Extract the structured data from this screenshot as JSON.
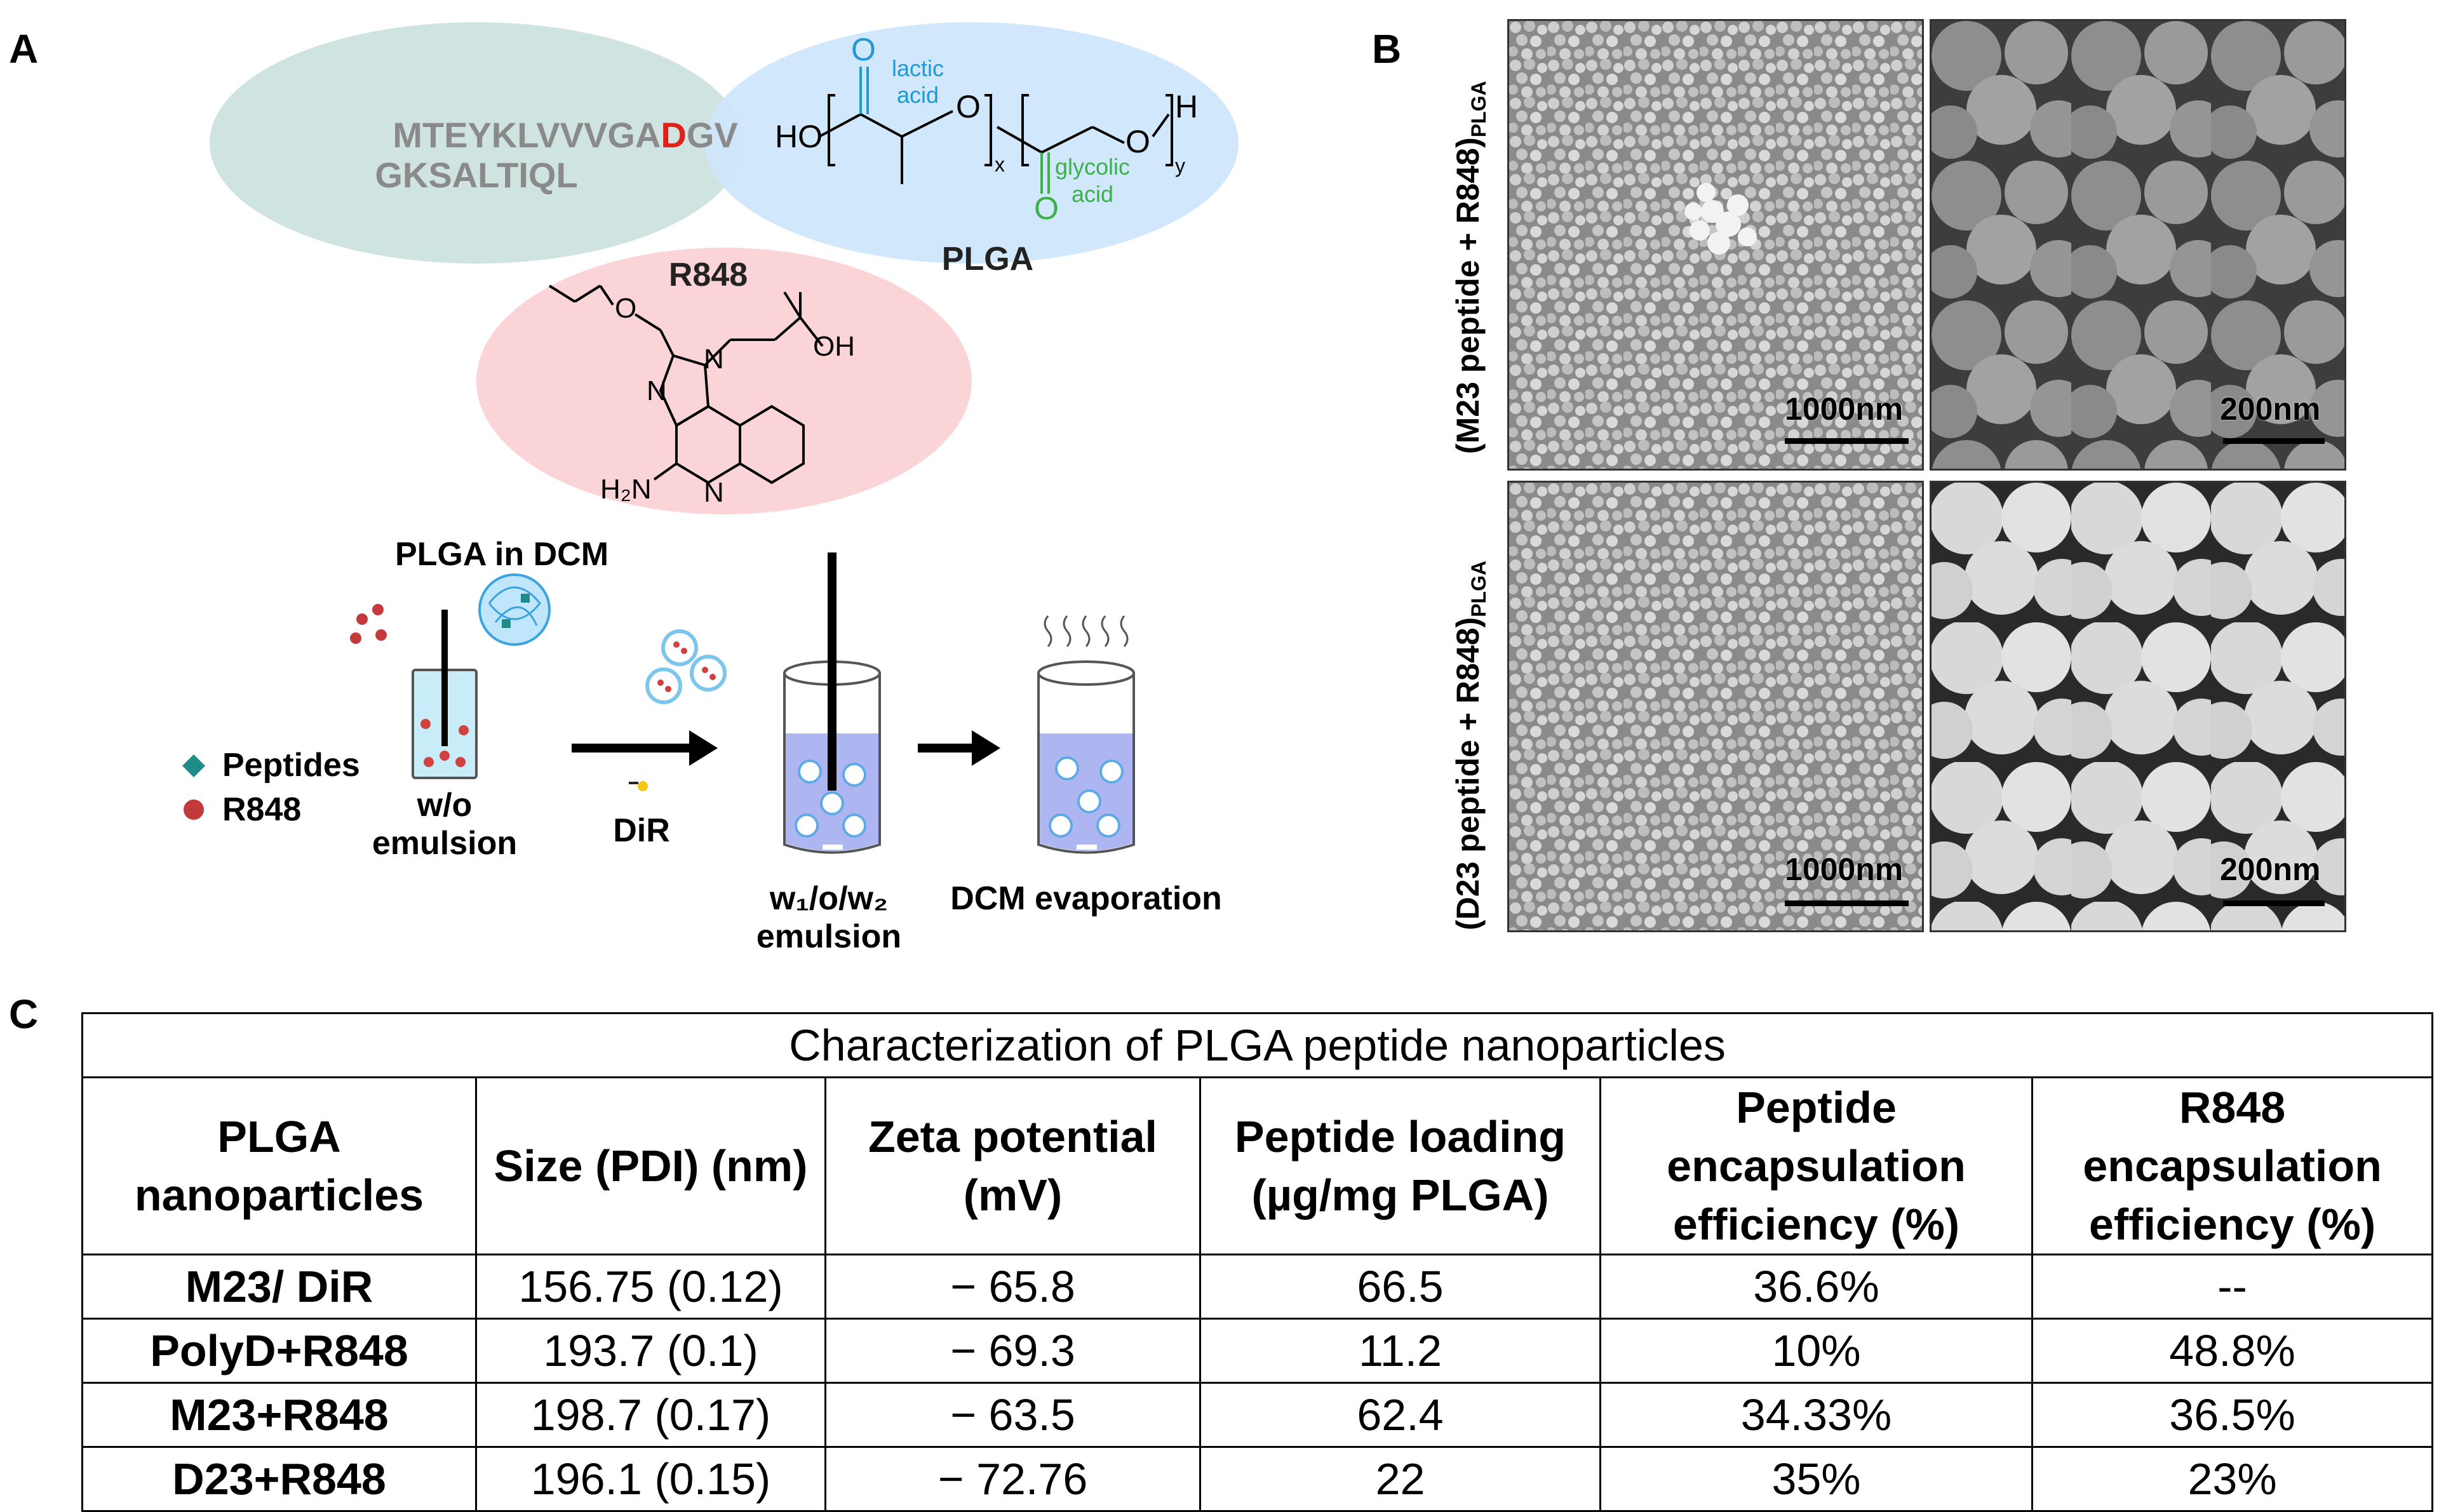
{
  "panels": {
    "a": "A",
    "b": "B",
    "c": "C"
  },
  "schematic": {
    "peptide_line1_prefix": "MTEYKLVVVGA",
    "peptide_line1_highlight": "D",
    "peptide_line1_suffix": "GV",
    "peptide_line2": "GKSALTIQL",
    "plga_label": "PLGA",
    "lactic": "lactic",
    "acid": "acid",
    "glycolic": "glycolic",
    "ho": "HO",
    "h": "H",
    "o": "O",
    "x": "x",
    "y": "y",
    "r848_label": "R848",
    "oh": "OH",
    "n": "N",
    "h2n": "H₂N",
    "plga_in_dcm": "PLGA in DCM",
    "legend_peptides": "Peptides",
    "legend_r848": "R848",
    "wo_emulsion_1": "w/o",
    "wo_emulsion_2": "emulsion",
    "dir": "DiR",
    "w1ow2_1": "w₁/o/w₂",
    "w1ow2_2": "emulsion",
    "dcm_evap": "DCM evaporation"
  },
  "sem": {
    "top_label": "(M23 peptide + R848)",
    "bottom_label": "(D23 peptide + R848)",
    "label_sub": "PLGA",
    "scale_1000": "1000nm",
    "scale_200": "200nm"
  },
  "table": {
    "title": "Characterization of PLGA peptide nanoparticles",
    "headers": [
      "PLGA nanoparticles",
      "Size (PDI) (nm)",
      "Zeta potential (mV)",
      "Peptide loading (µg/mg PLGA)",
      "Peptide encapsulation efficiency (%)",
      "R848 encapsulation efficiency (%)"
    ],
    "rows": [
      [
        "M23/ DiR",
        "156.75 (0.12)",
        "− 65.8",
        "66.5",
        "36.6%",
        "--"
      ],
      [
        "PolyD+R848",
        "193.7 (0.1)",
        "− 69.3",
        "11.2",
        "10%",
        "48.8%"
      ],
      [
        "M23+R848",
        "198.7 (0.17)",
        "− 63.5",
        "62.4",
        "34.33%",
        "36.5%"
      ],
      [
        "D23+R848",
        "196.1 (0.15)",
        "− 72.76",
        "22",
        "35%",
        "23%"
      ]
    ]
  },
  "colors": {
    "peptide_ellipse": "#cfe3e0",
    "plga_ellipse": "#cfe6fb",
    "r848_ellipse": "#fad4d6",
    "lactic_text": "#1f9ad6",
    "glycolic_text": "#3cb04b",
    "highlight_red": "#e0201b"
  }
}
